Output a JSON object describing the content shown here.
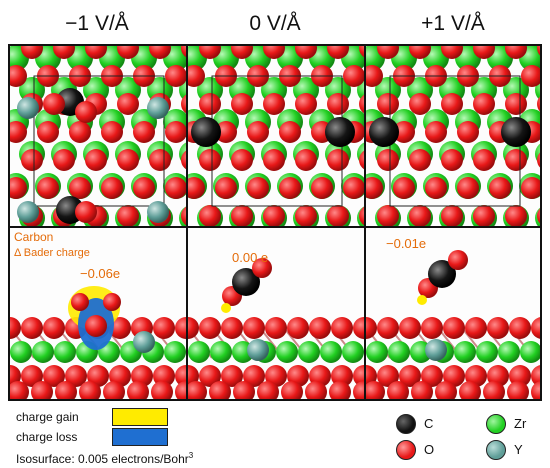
{
  "columns": [
    {
      "title": "−1 V/Å"
    },
    {
      "title": "0 V/Å"
    },
    {
      "title": "+1 V/Å"
    }
  ],
  "side_labels": {
    "carbon": "Carbon",
    "delta_bader": "Δ Bader charge"
  },
  "charges": [
    "−0.06e",
    "0.00 e",
    "−0.01e"
  ],
  "legend": {
    "charge_gain": "charge gain",
    "charge_loss": "charge loss",
    "isosurface_prefix": "Isosurface: 0.005 electrons/Bohr",
    "isosurface_sup": "3",
    "gain_color": "#ffeb00",
    "loss_color": "#1f6fd1"
  },
  "atoms": [
    {
      "symbol": "C",
      "color": "#111111"
    },
    {
      "symbol": "Zr",
      "color": "#22d022"
    },
    {
      "symbol": "O",
      "color": "#e81818"
    },
    {
      "symbol": "Y",
      "color": "#5f9e98"
    }
  ]
}
